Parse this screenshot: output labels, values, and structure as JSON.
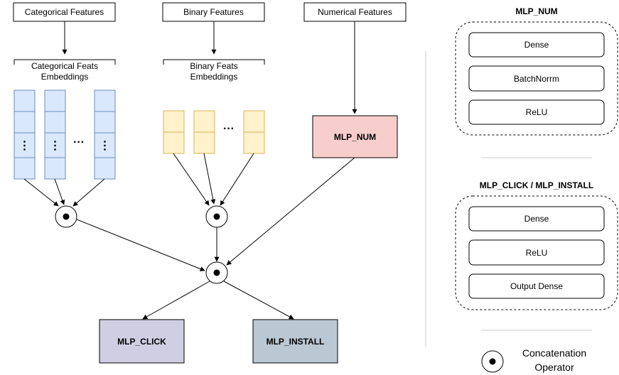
{
  "inputs": {
    "categorical": "Categorical Features",
    "binary": "Binary Features",
    "numerical": "Numerical Features"
  },
  "embeddings": {
    "categorical_line1": "Categorical Feats",
    "categorical_line2": "Embeddings",
    "binary_line1": "Binary Feats",
    "binary_line2": "Embeddings"
  },
  "ellipsis": {
    "horizontal": "···",
    "vertical": "⋮"
  },
  "nodes": {
    "mlp_num": "MLP_NUM",
    "mlp_click": "MLP_CLICK",
    "mlp_install": "MLP_INSTALL"
  },
  "legend": {
    "mlp_num_title": "MLP_NUM",
    "mlp_num_layers": [
      "Dense",
      "BatchNorrm",
      "ReLU"
    ],
    "mlp_heads_title": "MLP_CLICK / MLP_INSTALL",
    "mlp_heads_layers": [
      "Dense",
      "ReLU",
      "Output Dense"
    ],
    "operator_line1": "Concatenation",
    "operator_line2": "Operator"
  },
  "colors": {
    "categorical_embedding": "#dae8fc",
    "categorical_embedding_border": "#6c8ebf",
    "binary_embedding": "#fff2cc",
    "binary_embedding_border": "#d6b656",
    "mlp_num": "#f8cecc",
    "mlp_click": "#d0cee2",
    "mlp_install": "#bac8d3"
  }
}
